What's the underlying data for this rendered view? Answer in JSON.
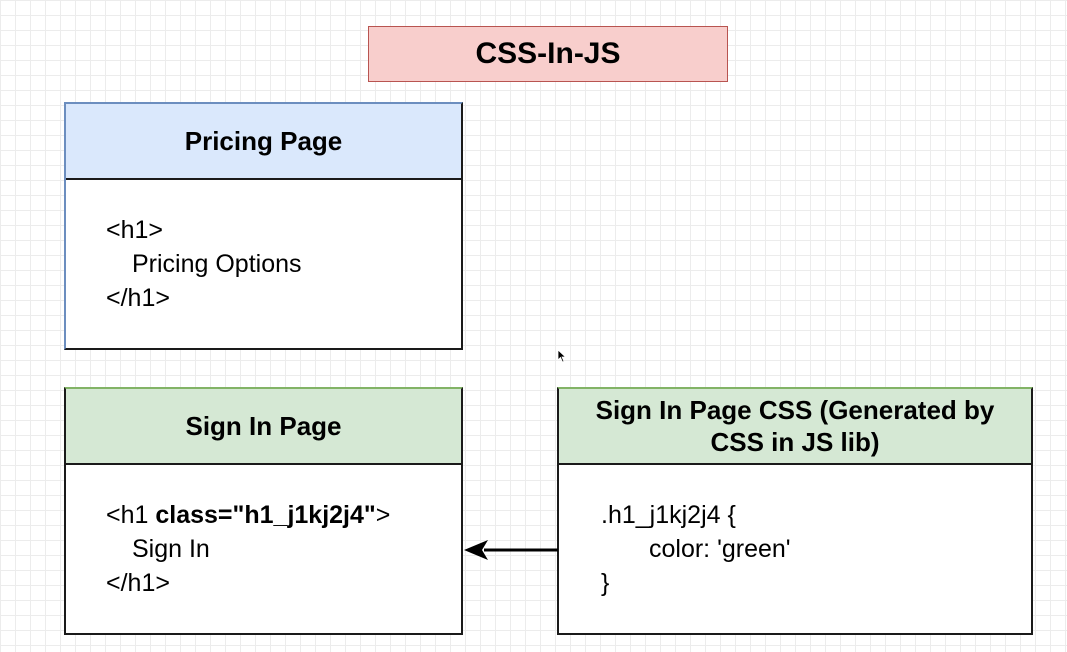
{
  "title": "CSS-In-JS",
  "pricing": {
    "header": "Pricing Page",
    "lines": [
      "<h1>",
      "Pricing Options",
      "</h1>"
    ]
  },
  "signin": {
    "header": "Sign In Page",
    "line1_prefix": "<h1 ",
    "line1_attr": "class=\"h1_j1kj2j4\"",
    "line1_suffix": ">",
    "line2": "Sign In",
    "line3": "</h1>"
  },
  "css": {
    "header_line1": "Sign In Page CSS (Generated by",
    "header_line2": "CSS in JS lib)",
    "lines": [
      ".h1_j1kj2j4 {",
      "color: 'green'",
      "}"
    ]
  },
  "colors": {
    "title_fill": "#f8cecc",
    "title_stroke": "#b85450",
    "blue_header": "#dae8fc",
    "green_header": "#d5e8d4"
  },
  "arrow": {
    "from": "css",
    "to": "signin"
  }
}
